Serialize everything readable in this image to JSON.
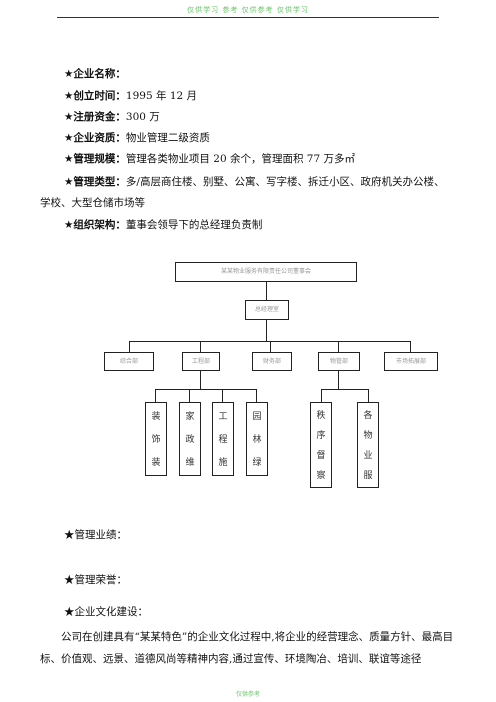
{
  "header": {
    "text": "仅供学习 参考 仅供参考 仅供学习"
  },
  "footer": {
    "text": "仅供参考"
  },
  "info": {
    "name_label": "★企业名称：",
    "name_value": "",
    "founded_label": "★创立时间：",
    "founded_value": "1995 年 12 月",
    "capital_label": "★注册资金：",
    "capital_value": "300 万",
    "qualification_label": "★企业资质：",
    "qualification_value": "物业管理二级资质",
    "scale_label": "★管理规模：",
    "scale_value": "管理各类物业项目 20 余个，管理面积 77 万多㎡",
    "type_label": "★管理类型：",
    "type_value": "多/高层商住楼、别墅、公寓、写字楼、拆迁小区、政府机关办公楼、",
    "type_value_cont": "学校、大型仓储市场等",
    "org_label": "★组织架构：",
    "org_value": "董事会领导下的总经理负责制"
  },
  "org_chart": {
    "top": "某某物业服务有限责任公司董事会",
    "second": "总经理室",
    "departments": [
      "综合部",
      "工程部",
      "财务部",
      "物管部",
      "市场拓展部"
    ],
    "eng_units": [
      [
        "装",
        "饰",
        "装"
      ],
      [
        "家",
        "政",
        "维"
      ],
      [
        "工",
        "程",
        "施"
      ],
      [
        "园",
        "林",
        "绿"
      ]
    ],
    "mgmt_units": [
      [
        "秩",
        "序",
        "督",
        "察"
      ],
      [
        "各",
        "物",
        "业",
        "服"
      ]
    ]
  },
  "sections": {
    "performance": "★管理业绩：",
    "honors": "★管理荣誉：",
    "culture": "★企业文化建设："
  },
  "paragraph": "公司在创建具有“某某特色”的企业文化过程中,将企业的经营理念、质量方针、最高目标、价值观、远景、道德风尚等精神内容,通过宣传、环境陶冶、培训、联谊等途径"
}
